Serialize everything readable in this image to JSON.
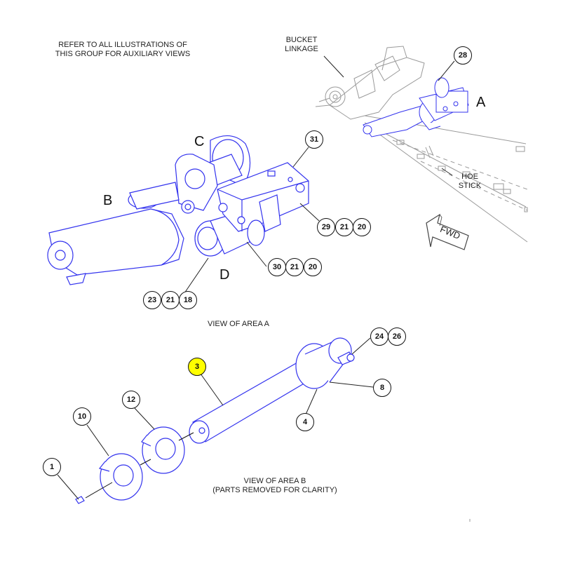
{
  "notes": {
    "refer_line1": "REFER TO ALL ILLUSTRATIONS OF",
    "refer_line2": "THIS GROUP FOR AUXILIARY VIEWS",
    "bucket_linkage": "BUCKET\nLINKAGE",
    "hoe_stick": "HOE\nSTICK",
    "fwd": "FWD",
    "view_area_a": "VIEW OF AREA A",
    "view_area_b": "VIEW OF AREA B",
    "view_area_b_sub": "(PARTS REMOVED FOR CLARITY)"
  },
  "area_letters": {
    "a": "A",
    "b": "B",
    "c": "C",
    "d": "D"
  },
  "callouts": {
    "c28": "28",
    "c31": "31",
    "c29": "29",
    "c21a": "21",
    "c20a": "20",
    "c30": "30",
    "c21b": "21",
    "c20b": "20",
    "c23": "23",
    "c21c": "21",
    "c18": "18",
    "c3": "3",
    "c24": "24",
    "c26": "26",
    "c8": "8",
    "c4": "4",
    "c12": "12",
    "c10": "10",
    "c1": "1"
  },
  "colors": {
    "line_art": "#3333ee",
    "context_art": "#9a9a9a",
    "highlight": "#ffff00"
  }
}
